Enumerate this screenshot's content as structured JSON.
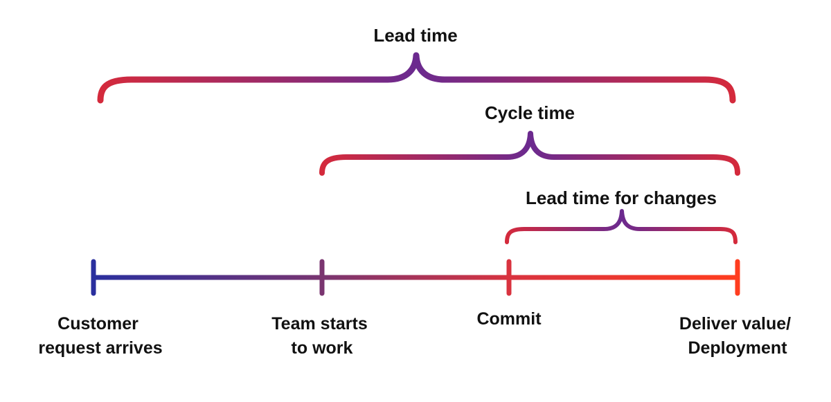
{
  "spans": [
    {
      "id": "lead-time",
      "label": "Lead time"
    },
    {
      "id": "cycle-time",
      "label": "Cycle time"
    },
    {
      "id": "lead-time-for-changes",
      "label": "Lead time for changes"
    }
  ],
  "timeline": {
    "points": [
      {
        "id": "customer-request",
        "lines": [
          "Customer",
          "request arrives"
        ]
      },
      {
        "id": "team-starts",
        "lines": [
          "Team starts",
          "to work"
        ]
      },
      {
        "id": "commit",
        "lines": [
          "Commit"
        ]
      },
      {
        "id": "deliver-value",
        "lines": [
          "Deliver value/",
          "Deployment"
        ]
      }
    ]
  },
  "colors": {
    "timeline_start": "#2a2f9e",
    "timeline_mid": "#7a3570",
    "timeline_red": "#d9333f",
    "timeline_end": "#ff3d1f",
    "brace_red": "#d42a3c",
    "brace_purple": "#6b2a8f",
    "text": "#111111"
  }
}
